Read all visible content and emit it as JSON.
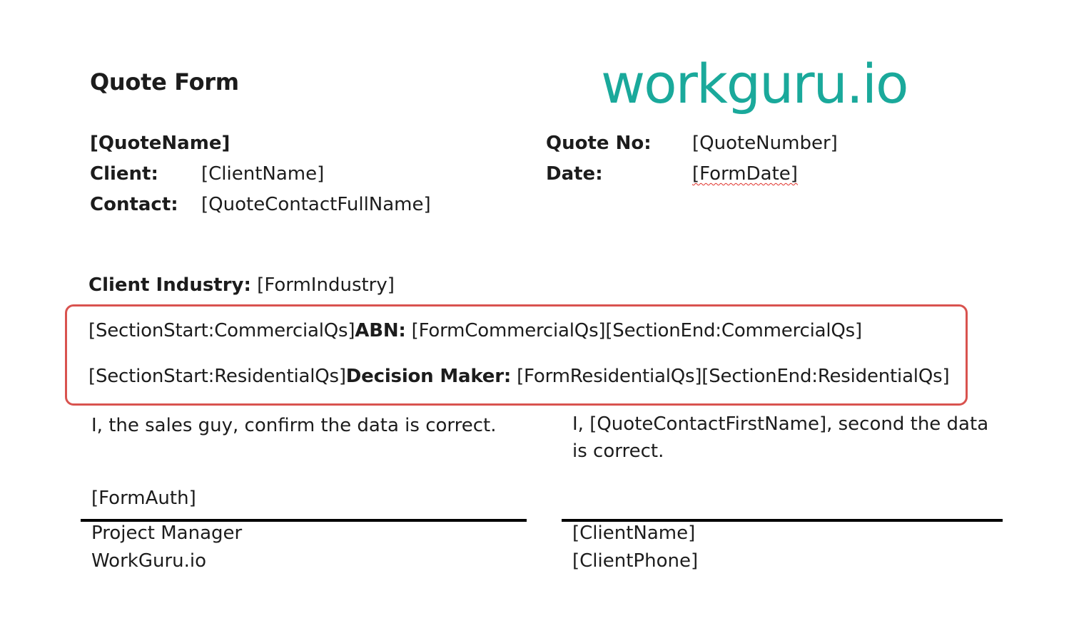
{
  "header": {
    "title": "Quote Form",
    "logo_text": "workguru.io",
    "logo_color": "#1aa99b"
  },
  "quote_info": {
    "quote_name": "[QuoteName]",
    "client_label": "Client:",
    "client_value": "[ClientName]",
    "contact_label": "Contact:",
    "contact_value": "[QuoteContactFullName]",
    "quote_no_label": "Quote No:",
    "quote_no_value": "[QuoteNumber]",
    "date_label": "Date:",
    "date_value": "[FormDate]"
  },
  "industry": {
    "label": "Client Industry:",
    "value": "[FormIndustry]"
  },
  "sections": {
    "commercial_start": "[SectionStart:CommercialQs]",
    "commercial_label": "ABN:",
    "commercial_value": "[FormCommercialQs][SectionEnd:CommercialQs]",
    "residential_start": "[SectionStart:ResidentialQs]",
    "residential_label": "Decision Maker:",
    "residential_value": "[FormResidentialQs][SectionEnd:ResidentialQs]",
    "highlight_color": "#d9534f"
  },
  "signatures": {
    "left_statement": "I, the sales guy, confirm the data is correct.",
    "right_statement": "I, [QuoteContactFirstName], second the data is correct.",
    "left_auth": "[FormAuth]",
    "left_role": "Project Manager",
    "left_company": "WorkGuru.io",
    "right_name": "[ClientName]",
    "right_phone": "[ClientPhone]"
  }
}
